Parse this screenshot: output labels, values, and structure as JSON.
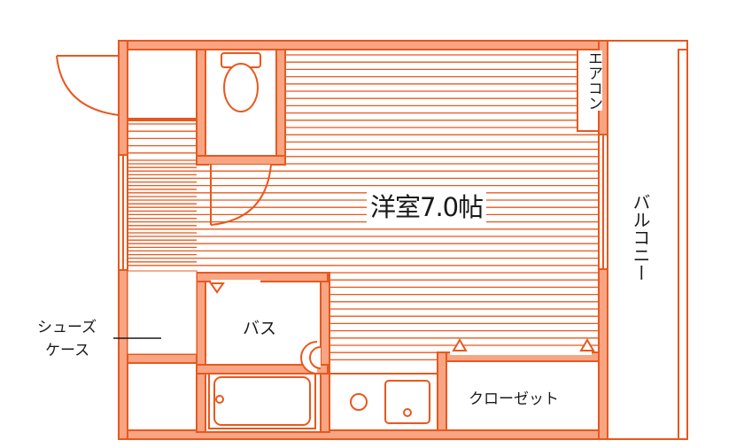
{
  "colors": {
    "wall": "#e8581e",
    "wall_fill": "#f7a583",
    "text": "#1a1a1a",
    "background": "#ffffff"
  },
  "labels": {
    "room": "洋室7.0帖",
    "aircon": "エアコン",
    "balcony": "バルコニー",
    "bath": "バス",
    "closet": "クローゼット",
    "shoe_case_line1": "シューズ",
    "shoe_case_line2": "ケース"
  }
}
